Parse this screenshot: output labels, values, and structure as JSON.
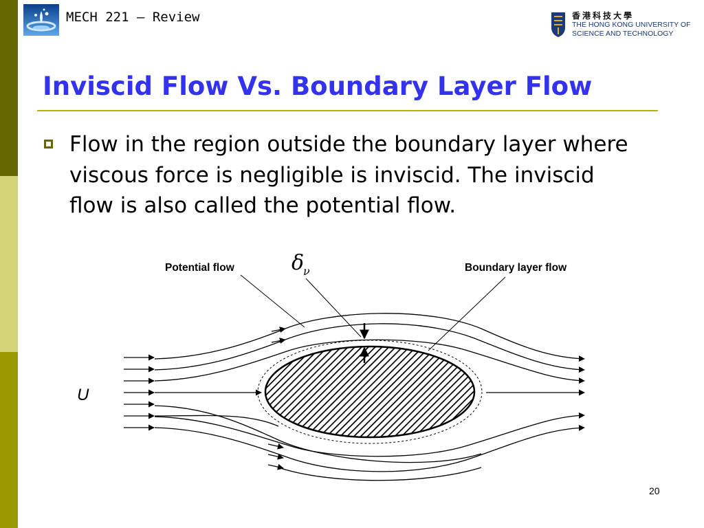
{
  "header": {
    "course": "MECH 221 – Review",
    "university_chinese": "香港科技大學",
    "university_line1": "THE HONG KONG UNIVERSITY OF",
    "university_line2": "SCIENCE AND TECHNOLOGY"
  },
  "slide": {
    "title": "Inviscid Flow Vs. Boundary Layer Flow",
    "bullet": "Flow in the region outside the boundary layer where viscous force is negligible is inviscid. The inviscid flow is also called the potential flow."
  },
  "diagram": {
    "label_potential": "Potential flow",
    "label_boundary": "Boundary layer flow",
    "label_delta": "δ",
    "label_delta_sub": "ν",
    "label_u": "U"
  },
  "page_number": "20",
  "colors": {
    "title_blue": "#3333ee",
    "bar_dark": "#666600",
    "bar_light": "#d2d277",
    "bar_olive": "#999900",
    "rule": "#b3b300"
  }
}
